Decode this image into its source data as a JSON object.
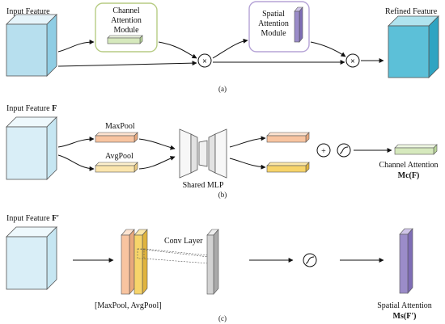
{
  "colors": {
    "feature_front": "#b7dfee",
    "feature_top": "#e6f4fa",
    "feature_side": "#8fcde4",
    "light_front": "#d9eef7",
    "channel_box_border": "#b7cc84",
    "spatial_box_border": "#b5a3d6",
    "green_bar": "#d6e9bd",
    "purple_bar": "#9b8cc9",
    "orange_bar": "#f8c4a0",
    "yellow_bar": "#f7d46a",
    "arrow": "#111111"
  },
  "panel_a": {
    "input_label": "Input Feature",
    "channel_module": [
      "Channel",
      "Attention",
      "Module"
    ],
    "spatial_module": [
      "Spatial",
      "Attention",
      "Module"
    ],
    "refined_label": "Refined Feature",
    "multiply_symbol": "×",
    "caption": "(a)"
  },
  "panel_b": {
    "input_label": "Input Feature",
    "input_symbol": "F",
    "maxpool_label": "MaxPool",
    "avgpool_label": "AvgPool",
    "mlp_label": "Shared MLP",
    "add_symbol": "+",
    "output_label": "Channel Attention",
    "output_symbol": "Mc(F)",
    "caption": "(b)"
  },
  "panel_c": {
    "input_label": "Input Feature",
    "input_symbol": "F'",
    "pool_label": "[MaxPool, AvgPool]",
    "conv_label": "Conv Layer",
    "output_label": "Spatial Attention",
    "output_symbol": "Ms(F')",
    "caption": "(c)"
  }
}
